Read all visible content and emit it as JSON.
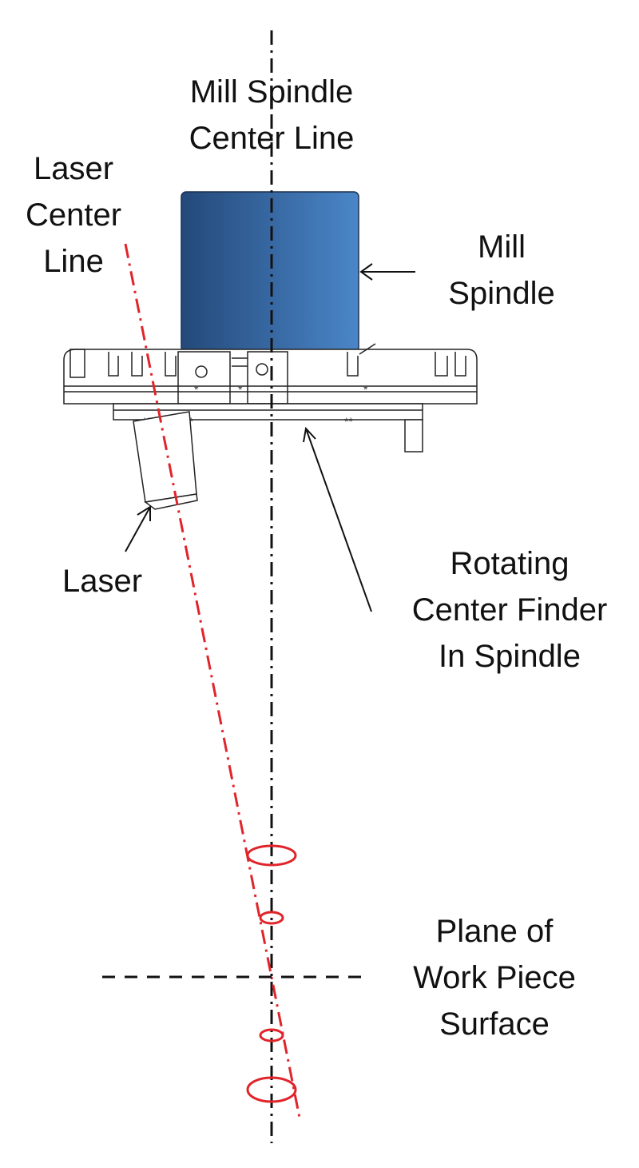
{
  "labels": {
    "spindle_center_line": [
      "Mill Spindle",
      "Center Line"
    ],
    "laser_center_line": [
      "Laser",
      "Center",
      "Line"
    ],
    "mill_spindle": [
      "Mill",
      "Spindle"
    ],
    "laser": [
      "Laser"
    ],
    "center_finder": [
      "Rotating",
      "Center Finder",
      "In Spindle"
    ],
    "work_plane": [
      "Plane of",
      "Work Piece",
      "Surface"
    ]
  },
  "colors": {
    "spindle_dark": "#24497a",
    "spindle_light": "#4a86c8",
    "laser_line": "#e0242a",
    "ink": "#111111"
  }
}
